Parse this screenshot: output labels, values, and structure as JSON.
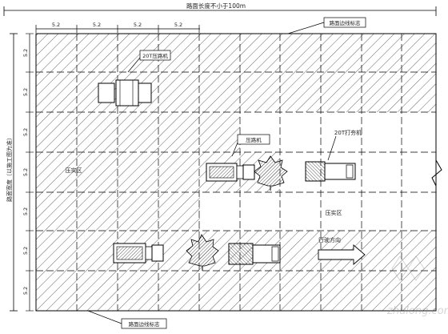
{
  "diagram": {
    "top_length_label": "路面长度不小于100m",
    "left_width_label": "路面宽度（以施工图为准）",
    "cell_size_label": "5.2",
    "column_dim_labels": [
      "5.2",
      "5.2",
      "5.2",
      "5.2"
    ],
    "row_dim_labels": [
      "5.2",
      "5.2",
      "5.2",
      "5.2",
      "5.2",
      "5.2",
      "5.2"
    ],
    "callouts": {
      "top_right_box": "路面边线标志",
      "bottom_left_box": "路面边线标志",
      "roller_top": "20T压路机",
      "roller_mid": "压路机",
      "tamper_label": "20T打夯机",
      "zone_left": "压实区",
      "zone_right": "压实区",
      "direction": "行驶方向"
    },
    "watermark": "zhulong.com"
  }
}
